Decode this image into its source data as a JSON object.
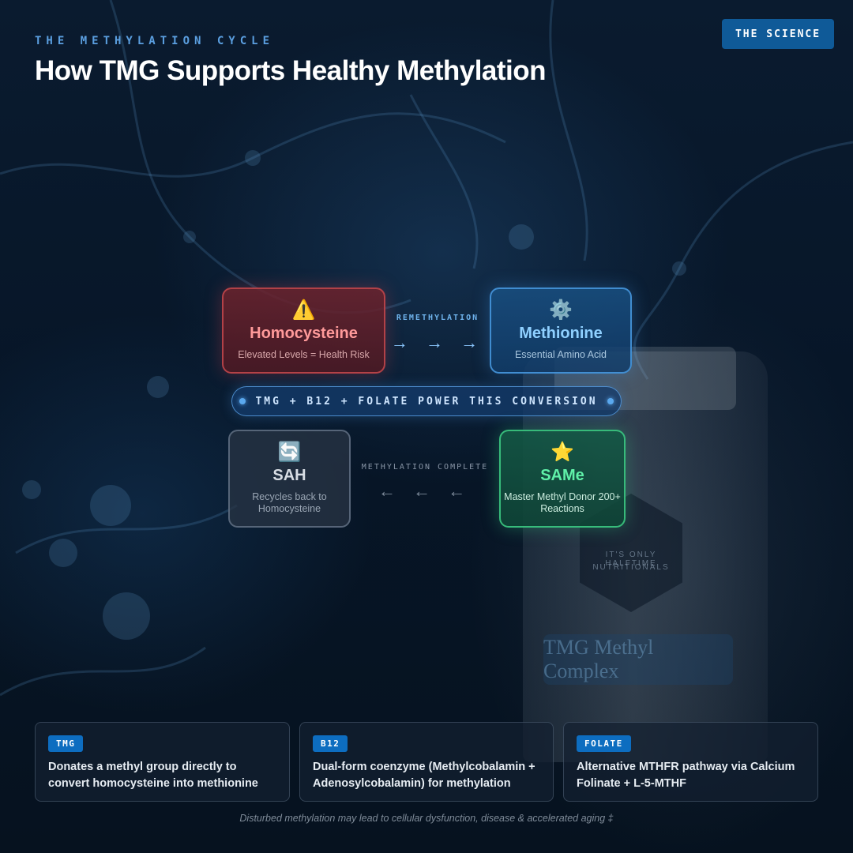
{
  "header": {
    "eyebrow": "THE METHYLATION CYCLE",
    "title": "How TMG Supports Healthy Methylation",
    "science_button": "THE SCIENCE"
  },
  "cycle": {
    "homocysteine": {
      "icon": "⚠️",
      "icon_name": "warning-icon",
      "name": "Homocysteine",
      "desc": "Elevated Levels = Health Risk"
    },
    "methionine": {
      "icon": "⚙️",
      "icon_name": "gear-icon",
      "name": "Methionine",
      "desc": "Essential Amino Acid"
    },
    "sah": {
      "icon": "🔄",
      "icon_name": "cycle-arrows-icon",
      "name": "SAH",
      "desc": "Recycles back to Homocysteine"
    },
    "same": {
      "icon": "⭐",
      "icon_name": "star-icon",
      "name": "SAMe",
      "desc": "Master Methyl Donor 200+ Reactions"
    },
    "top_label": "REMETHYLATION",
    "top_arrows": "→ → →",
    "bottom_label": "METHYLATION COMPLETE",
    "bottom_arrows": "← ← ←",
    "banner": "TMG + B12 + FOLATE POWER THIS CONVERSION"
  },
  "product": {
    "brand_line1": "IT'S ONLY HALFTIME",
    "brand_line2": "NUTRITIONALS",
    "label": "TMG Methyl Complex"
  },
  "cards": [
    {
      "badge": "TMG",
      "text": "Donates a methyl group directly to convert homocysteine into methionine"
    },
    {
      "badge": "B12",
      "text": "Dual-form coenzyme (Methylcobalamin + Adenosylcobalamin) for methylation"
    },
    {
      "badge": "FOLATE",
      "text": "Alternative MTHFR pathway via Calcium Folinate + L-5-MTHF"
    }
  ],
  "footnote": "Disturbed methylation may lead to cellular dysfunction, disease & accelerated aging ‡",
  "colors": {
    "accent_blue": "#0f5a98",
    "risk_red": "#ff9a9a",
    "methionine_blue": "#8fd0ff",
    "same_green": "#5ff0a8"
  }
}
